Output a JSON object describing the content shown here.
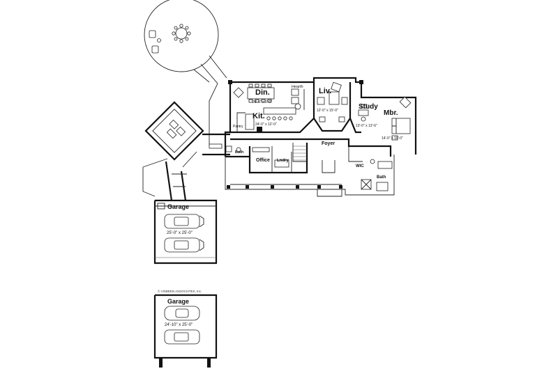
{
  "rooms": {
    "dining": "Din.",
    "dining_dim": "20'-6\" x 0'-0\"",
    "hearth": "Hearth",
    "living": "Liv.",
    "living_dim": "12'-0\" x 15'-0\"",
    "kitchen": "Kit.",
    "kitchen_dim": "24'-0\" x 12'-0\"",
    "pantry": "Pantry",
    "study": "Study",
    "study_dim": "13'-0\" x 13'-6\"",
    "master": "Mbr.",
    "master_dim": "14'-0\" x 19'-0\"",
    "foyer": "Foyer",
    "office": "Office",
    "laundry": "Lndry",
    "bath": "Bath",
    "master_bath": "Bath",
    "wic": "WIC",
    "garage1": "Garage",
    "garage1_dim": "25'-0\" x 25'-0\"",
    "garage2": "Garage",
    "garage2_dim": "24'-10\" x 25'-0\"",
    "credit": "© VISBEEN ASSOCIATES, Inc."
  }
}
